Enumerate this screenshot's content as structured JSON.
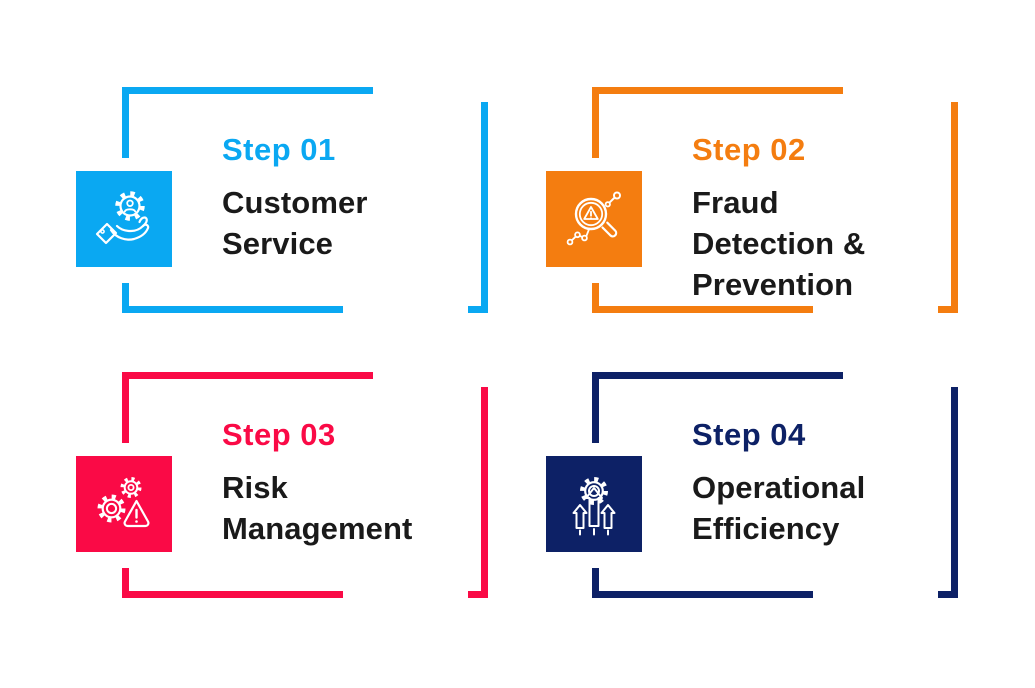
{
  "canvas": {
    "background": "#ffffff",
    "text_color": "#1a1a1a"
  },
  "steps": [
    {
      "id": "step-01",
      "label": "Step 01",
      "title": "Customer Service",
      "lines": [
        "Customer",
        "Service"
      ],
      "color": "#0aa8f2",
      "icon": "hand-holding-gear-user-icon"
    },
    {
      "id": "step-02",
      "label": "Step 02",
      "title": "Fraud Detection & Prevention",
      "lines": [
        "Fraud",
        "Detection &",
        "Prevention"
      ],
      "color": "#f47d10",
      "icon": "magnifier-warning-network-icon"
    },
    {
      "id": "step-03",
      "label": "Step 03",
      "title": "Risk Management",
      "lines": [
        "Risk",
        "Management"
      ],
      "color": "#fa0a46",
      "icon": "gears-warning-icon"
    },
    {
      "id": "step-04",
      "label": "Step 04",
      "title": "Operational Efficiency",
      "lines": [
        "Operational",
        "Efficiency"
      ],
      "color": "#0d2166",
      "icon": "gear-up-arrows-icon"
    }
  ]
}
